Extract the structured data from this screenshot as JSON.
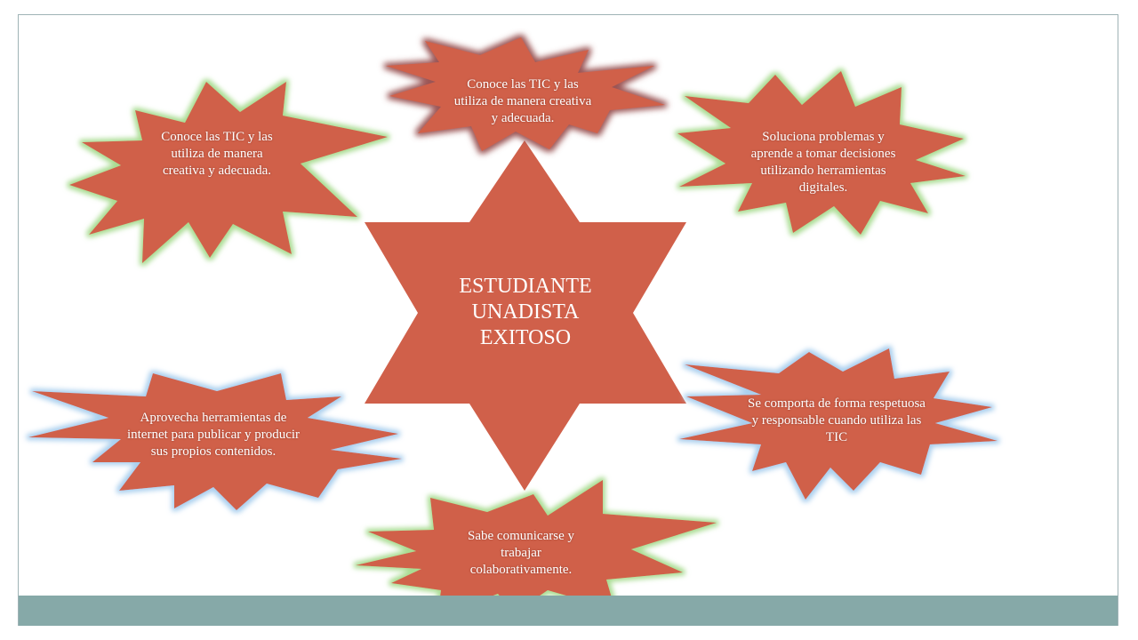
{
  "diagram": {
    "center": {
      "title": "ESTUDIANTE\nUNADISTA\nEXITOSO"
    },
    "bursts": [
      {
        "id": "top",
        "text": "Conoce las TIC y las utiliza de manera creativa y adecuada."
      },
      {
        "id": "top-left",
        "text": "Conoce las TIC y las utiliza de manera creativa y adecuada."
      },
      {
        "id": "top-right",
        "text": "Soluciona problemas y aprende a tomar decisiones utilizando herramientas digitales."
      },
      {
        "id": "bottom-left",
        "text": "Aprovecha herramientas de internet para publicar y producir sus propios contenidos."
      },
      {
        "id": "bottom-right",
        "text": "Se comporta de forma respetuosa y responsable cuando utiliza las TIC"
      },
      {
        "id": "bottom",
        "text": "Sabe comunicarse y trabajar colaborativamente."
      }
    ]
  },
  "colors": {
    "shape_fill": "#d0604a",
    "footer_bar": "#86a9a8",
    "glow_green": "#b9e3a6",
    "glow_blue": "#b7d8ef",
    "glow_red": "#a85a5a"
  }
}
